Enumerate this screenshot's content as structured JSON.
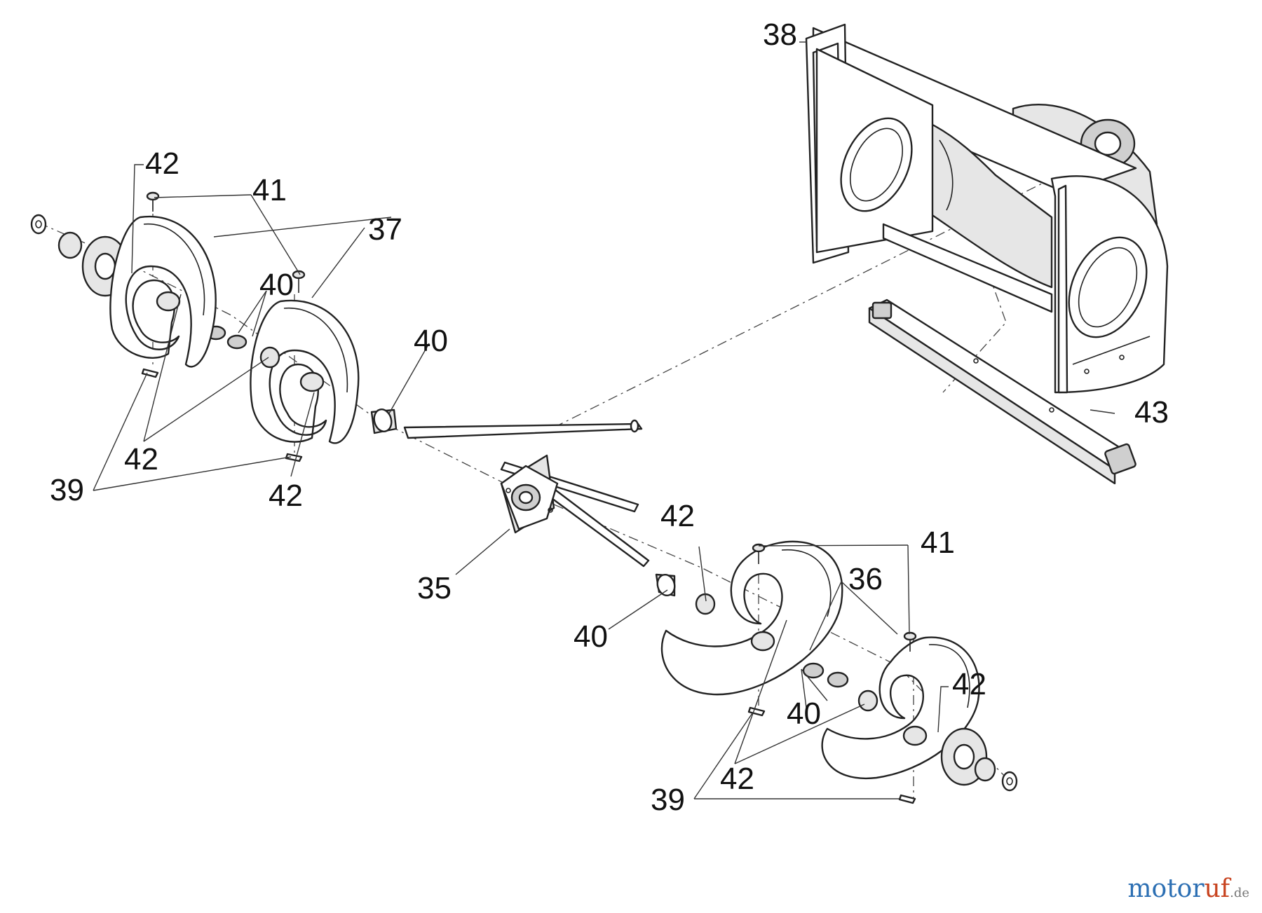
{
  "diagram": {
    "labels": {
      "p35": "35",
      "p36": "36",
      "p37": "37",
      "p38": "38",
      "p39": "39",
      "p40": "40",
      "p41": "41",
      "p42": "42",
      "p43": "43"
    },
    "watermark": {
      "part1": "motor",
      "part2": "uf",
      "suffix": ".de"
    }
  }
}
